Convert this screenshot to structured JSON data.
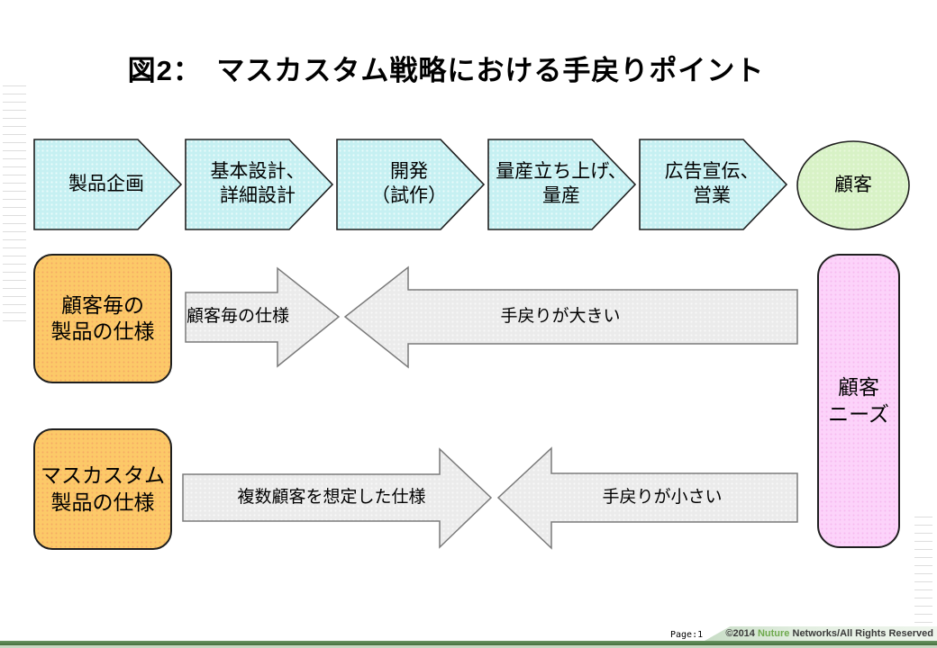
{
  "title": "図2：　マスカスタム戦略における手戻りポイント",
  "flow": {
    "steps": [
      "製品企画",
      "基本設計、\n詳細設計",
      "開発\n（試作）",
      "量産立ち上げ、\n量産",
      "広告宣伝、\n営業"
    ],
    "customer": "顧客"
  },
  "spec_rows": [
    {
      "box": "顧客毎の\n製品の仕様",
      "forward_label": "顧客毎の仕様",
      "backward_label": "手戻りが大きい"
    },
    {
      "box": "マスカスタム\n製品の仕様",
      "forward_label": "複数顧客を想定した仕様",
      "backward_label": "手戻りが小さい"
    }
  ],
  "customer_needs": "顧客\nニーズ",
  "footer": {
    "page_label": "Page:1",
    "copyright_prefix": "©2014 ",
    "brand_name": "Nuture",
    "copyright_suffix": " Networks/All Rights Reserved"
  },
  "colors": {
    "process_fill": "#C6F0F2",
    "customer_fill": "#D8F2C6",
    "spec_box_fill": "#FCC968",
    "needs_fill": "#FCD3FA",
    "arrow_fill": "#EBEBEB",
    "brand_green": "#6FAA4E",
    "footer_bar_green": "#46703F"
  }
}
